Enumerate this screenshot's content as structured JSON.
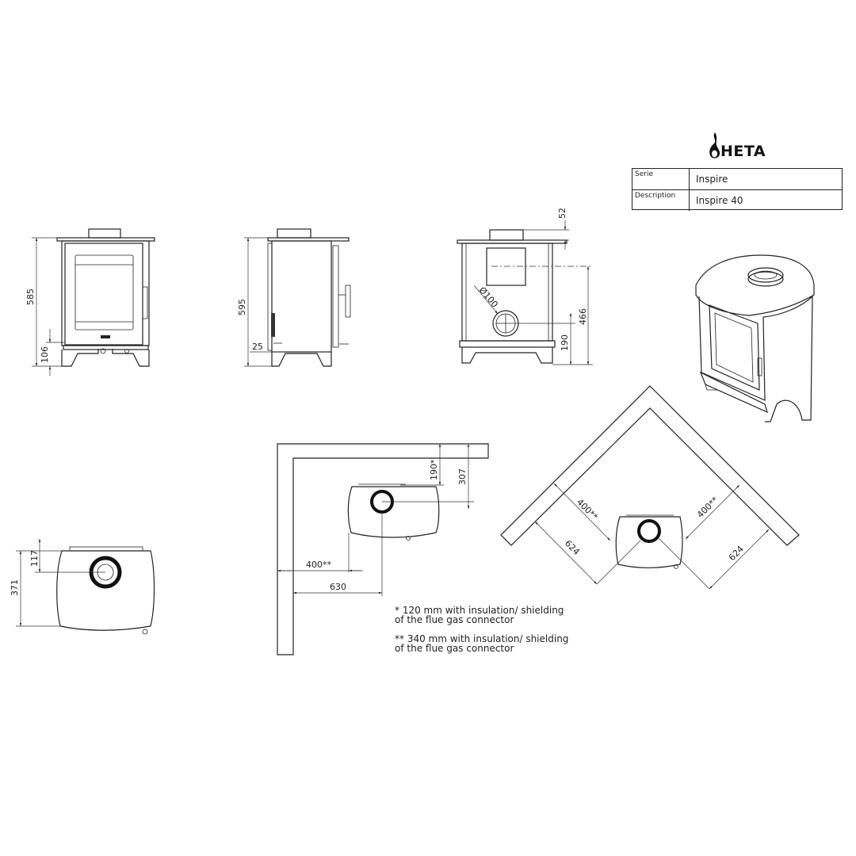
{
  "brand": {
    "logo_text": "HETA"
  },
  "info_table": {
    "rows": [
      {
        "key": "Serie",
        "value": "Inspire"
      },
      {
        "key": "Description",
        "value": "Inspire 40"
      }
    ]
  },
  "dimensions": {
    "front_height": "585",
    "front_base": "106",
    "side_height": "595",
    "side_offset": "25",
    "rear_top": "52",
    "rear_flue_height": "466",
    "rear_outlet_height": "190",
    "rear_outlet_diameter": "Ø100",
    "top_depth": "371",
    "top_flue_offset": "117",
    "wall_back_190": "190*",
    "wall_back_307": "307",
    "wall_side_400": "400**",
    "wall_side_630": "630",
    "corner_left_400": "400**",
    "corner_right_400": "400**",
    "corner_left_624": "624",
    "corner_right_624": "624"
  },
  "notes": [
    {
      "line1": "* 120 mm with insulation/ shielding",
      "line2": "of the flue gas connector"
    },
    {
      "line1": "** 340 mm with insulation/ shielding",
      "line2": "of the flue gas connector"
    }
  ]
}
